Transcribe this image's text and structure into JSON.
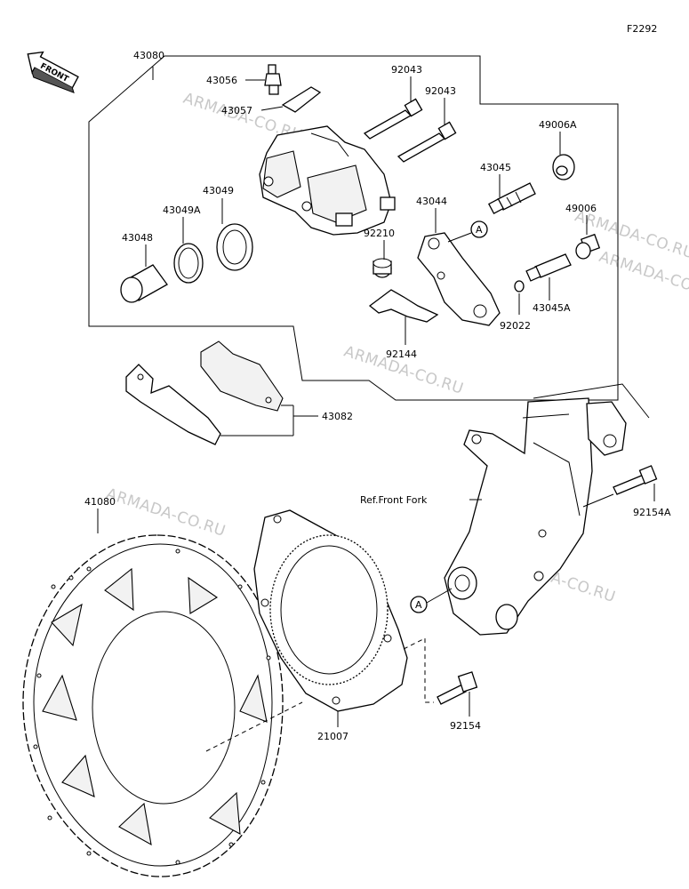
{
  "figure_code": "F2292",
  "front_label": "FRONT",
  "reference_label": "Ref.Front Fork",
  "circle_marker": "A",
  "watermark": "ARMADA-CO.RU",
  "parts": {
    "p43080": "43080",
    "p43056": "43056",
    "p43057": "43057",
    "p92043a": "92043",
    "p92043b": "92043",
    "p49006A": "49006A",
    "p43045": "43045",
    "p43049": "43049",
    "p43049A": "43049A",
    "p43044": "43044",
    "p49006": "49006",
    "p43048": "43048",
    "p92210": "92210",
    "p43045A": "43045A",
    "p92022": "92022",
    "p92144": "92144",
    "p43082": "43082",
    "p41080": "41080",
    "p92154A": "92154A",
    "p21007": "21007",
    "p92154": "92154"
  }
}
